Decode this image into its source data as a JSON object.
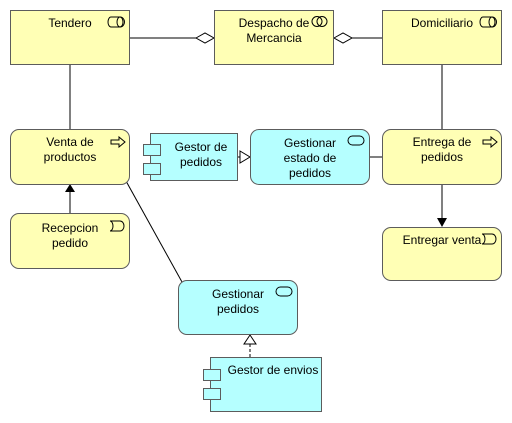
{
  "elements": {
    "tendero": "Tendero",
    "despacho": "Despacho de\nMercancia",
    "domiciliario": "Domiciliario",
    "venta": "Venta de\nproductos",
    "gestor_pedidos": "Gestor de\npedidos",
    "gestionar_estado": "Gestionar\nestado de\npedidos",
    "entrega": "Entrega de\npedidos",
    "recepcion": "Recepcion\npedido",
    "entregar_venta": "Entregar venta",
    "gestionar_pedidos": "Gestionar\npedidos",
    "gestor_envios": "Gestor de envios"
  },
  "icons": {
    "role": "role-icon",
    "collaboration": "collaboration-icon",
    "process": "process-arrow-icon",
    "service": "service-icon",
    "event": "event-icon",
    "component": "component-icon"
  },
  "colors": {
    "business": "#ffffb5",
    "application": "#b5ffff",
    "border": "#5c5c5c"
  }
}
